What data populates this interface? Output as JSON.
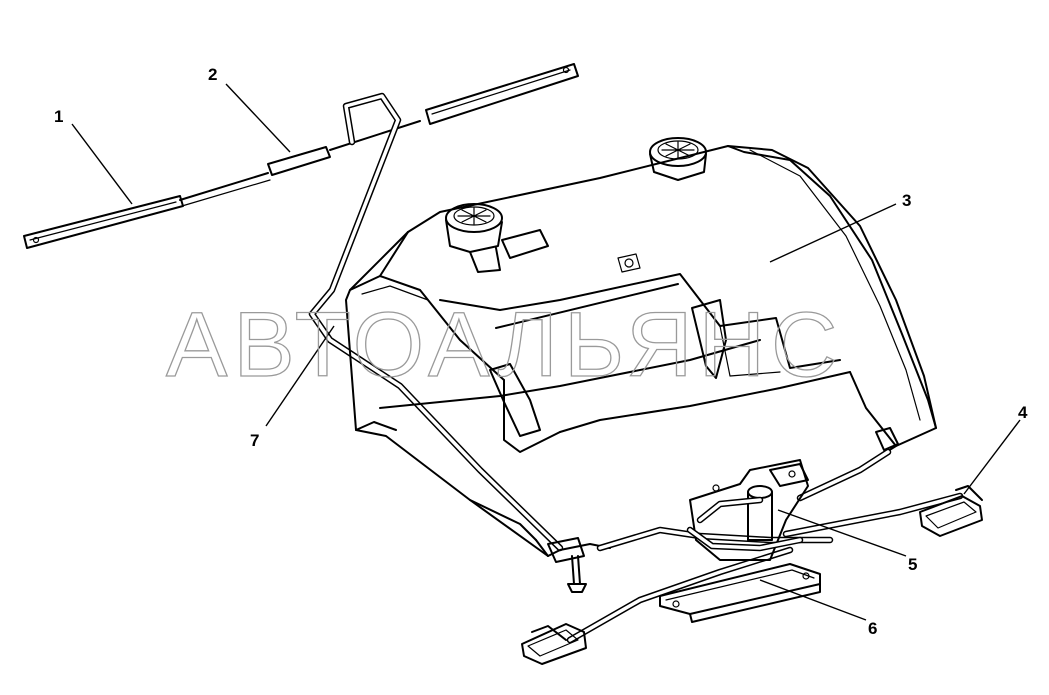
{
  "watermark": "АВТОАЛЬЯНС",
  "callouts": [
    {
      "label": "1"
    },
    {
      "label": "2"
    },
    {
      "label": "3"
    },
    {
      "label": "4"
    },
    {
      "label": "5"
    },
    {
      "label": "6"
    },
    {
      "label": "7"
    }
  ],
  "colors": {
    "line": "#000000",
    "background": "#ffffff",
    "watermark": "#9a9a9a"
  }
}
